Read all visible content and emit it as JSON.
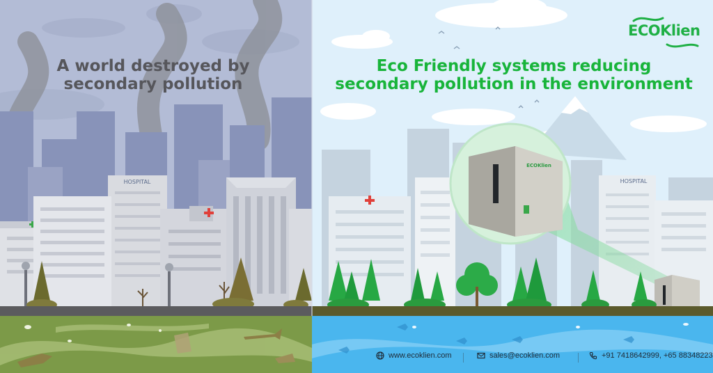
{
  "left_panel": {
    "headline_line1": "A world destroyed by",
    "headline_line2": "secondary pollution",
    "hospital_sign": "HOSPITAL"
  },
  "right_panel": {
    "headline_line1": "Eco Friendly systems reducing",
    "headline_line2": "secondary pollution in the environment",
    "hospital_sign": "HOSPITAL",
    "machine_brand": "ECOKlien"
  },
  "logo": {
    "brand": "ECOKlien",
    "color": "#1fb045"
  },
  "footer": {
    "website": "www.ecoklien.com",
    "email": "sales@ecoklien.com",
    "phone": "+91 7418642999, +65 88348223"
  },
  "icons": {
    "web": "globe-icon",
    "email": "envelope-icon",
    "phone": "phone-icon"
  },
  "colors": {
    "eco_green": "#18b43a",
    "polluted_text": "#56565b",
    "clean_water": "#4ab6ee",
    "polluted_water": "#7c9a48"
  }
}
